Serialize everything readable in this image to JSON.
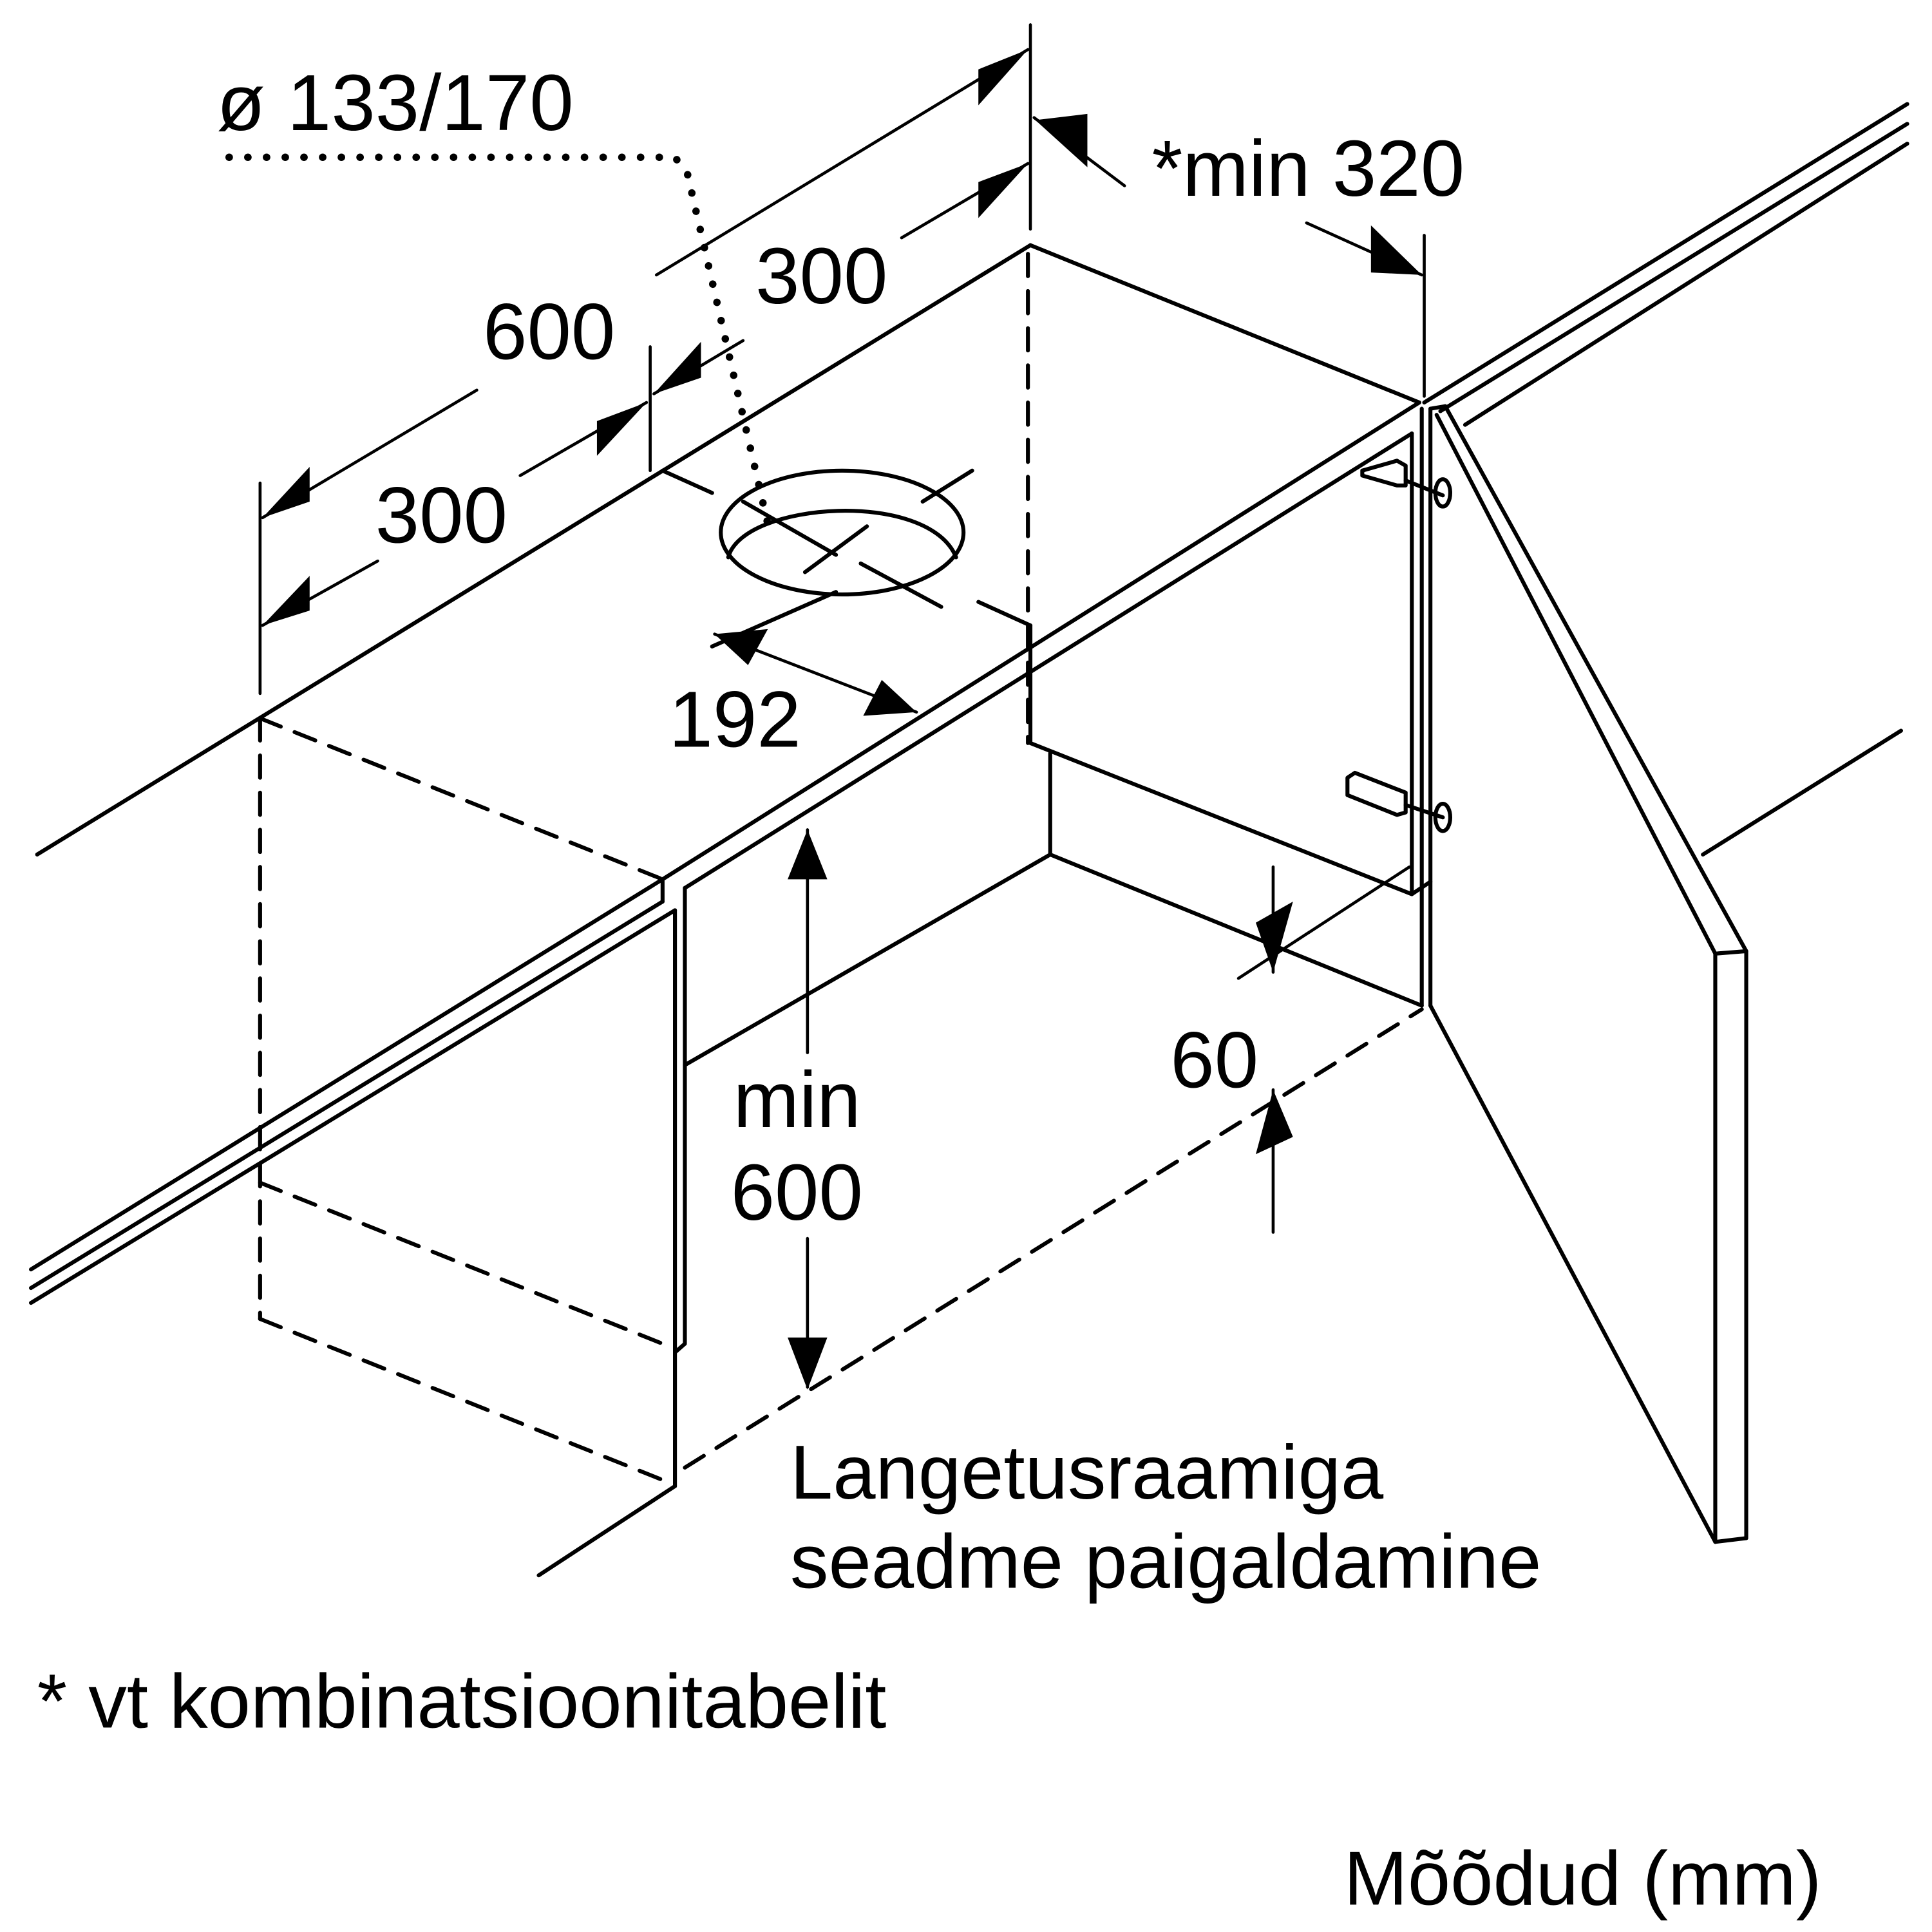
{
  "diagram": {
    "title_line1": "Langetusraamiga",
    "title_line2": "seadme paigaldamine",
    "footnote": "* vt kombinatsioonitabelit",
    "units_label": "Mõõdud (mm)",
    "dimensions": {
      "duct_diameter": "ø 133/170",
      "total_width": "600",
      "half_width_back": "300",
      "half_width_front": "300",
      "min_depth": "*min 320",
      "cutout_depth": "192",
      "min_height_line1": "min",
      "min_height_line2": "600",
      "frame_offset": "60"
    }
  }
}
